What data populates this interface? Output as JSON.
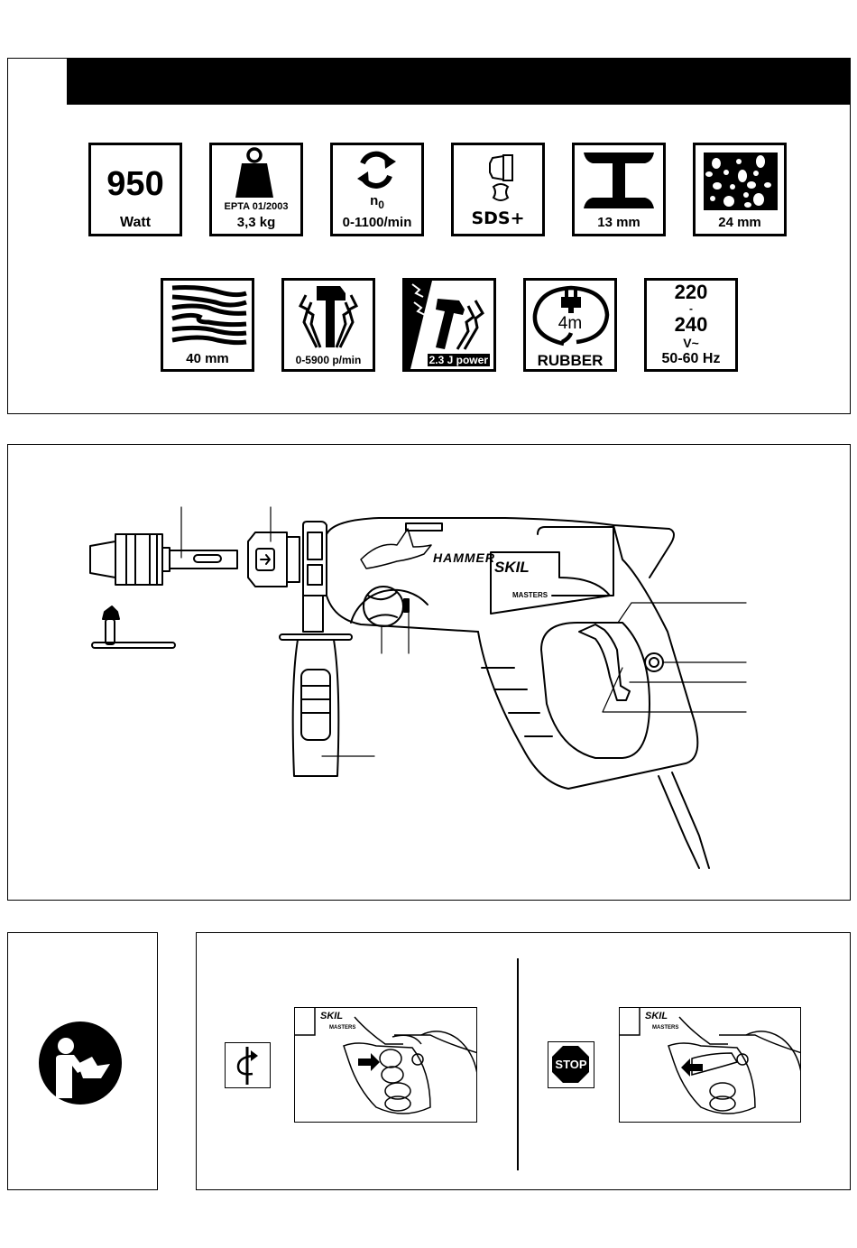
{
  "spec_panel": {
    "row1": [
      {
        "icon": "power-icon",
        "value": "950",
        "unit": "Watt"
      },
      {
        "icon": "weight-icon",
        "standard": "EPTA 01/2003",
        "value": "3,3 kg"
      },
      {
        "icon": "rotation-icon",
        "symbol": "n",
        "subscript": "0",
        "value": "0-1100/min"
      },
      {
        "icon": "sds-chuck-icon",
        "value": "SDS+"
      },
      {
        "icon": "steel-beam-icon",
        "value": "13 mm"
      },
      {
        "icon": "concrete-icon",
        "value": "24 mm"
      }
    ],
    "row2": [
      {
        "icon": "wood-grain-icon",
        "value": "40 mm"
      },
      {
        "icon": "hammer-impact-icon",
        "value": "0-5900 p/min"
      },
      {
        "icon": "hammer-energy-icon",
        "value": "2.3 J power"
      },
      {
        "icon": "cable-plug-icon",
        "length": "4m",
        "value": "RUBBER"
      },
      {
        "icon": "voltage-icon",
        "v1": "220",
        "dash": "-",
        "v2": "240",
        "unit": "V~",
        "freq": "50-60 Hz"
      }
    ]
  },
  "diagram": {
    "brand": "SKIL",
    "series": "MASTERS",
    "model_decal": "HAMMER"
  },
  "switch_panel": {
    "left": {
      "icon": "rotation-direction-icon",
      "brand": "SKIL",
      "series": "MASTERS",
      "action": "switch-on"
    },
    "right": {
      "icon": "stop-sign-icon",
      "stop_label": "STOP",
      "brand": "SKIL",
      "series": "MASTERS",
      "action": "switch-off"
    }
  }
}
